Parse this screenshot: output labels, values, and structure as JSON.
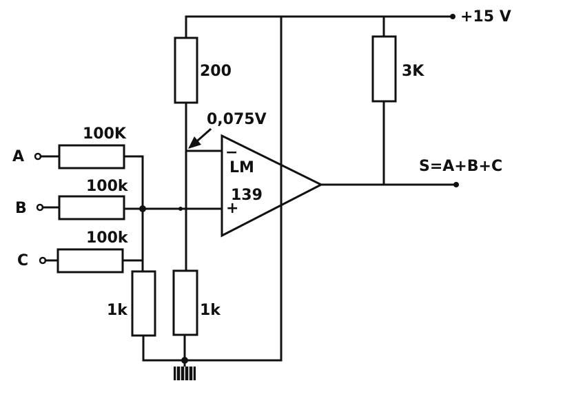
{
  "supply": {
    "label": "+15 V"
  },
  "inputs": [
    {
      "label": "A",
      "resistor": "100K"
    },
    {
      "label": "B",
      "resistor": "100k"
    },
    {
      "label": "C",
      "resistor": "100k"
    }
  ],
  "resistors": {
    "r200": "200",
    "r3k": "3K",
    "r1k_left": "1k",
    "r1k_right": "1k"
  },
  "reference_voltage": "0,075V",
  "opamp": {
    "line1": "LM",
    "line2": "139",
    "minus": "−",
    "plus": "+"
  },
  "output": {
    "label": "S=A+B+C"
  }
}
